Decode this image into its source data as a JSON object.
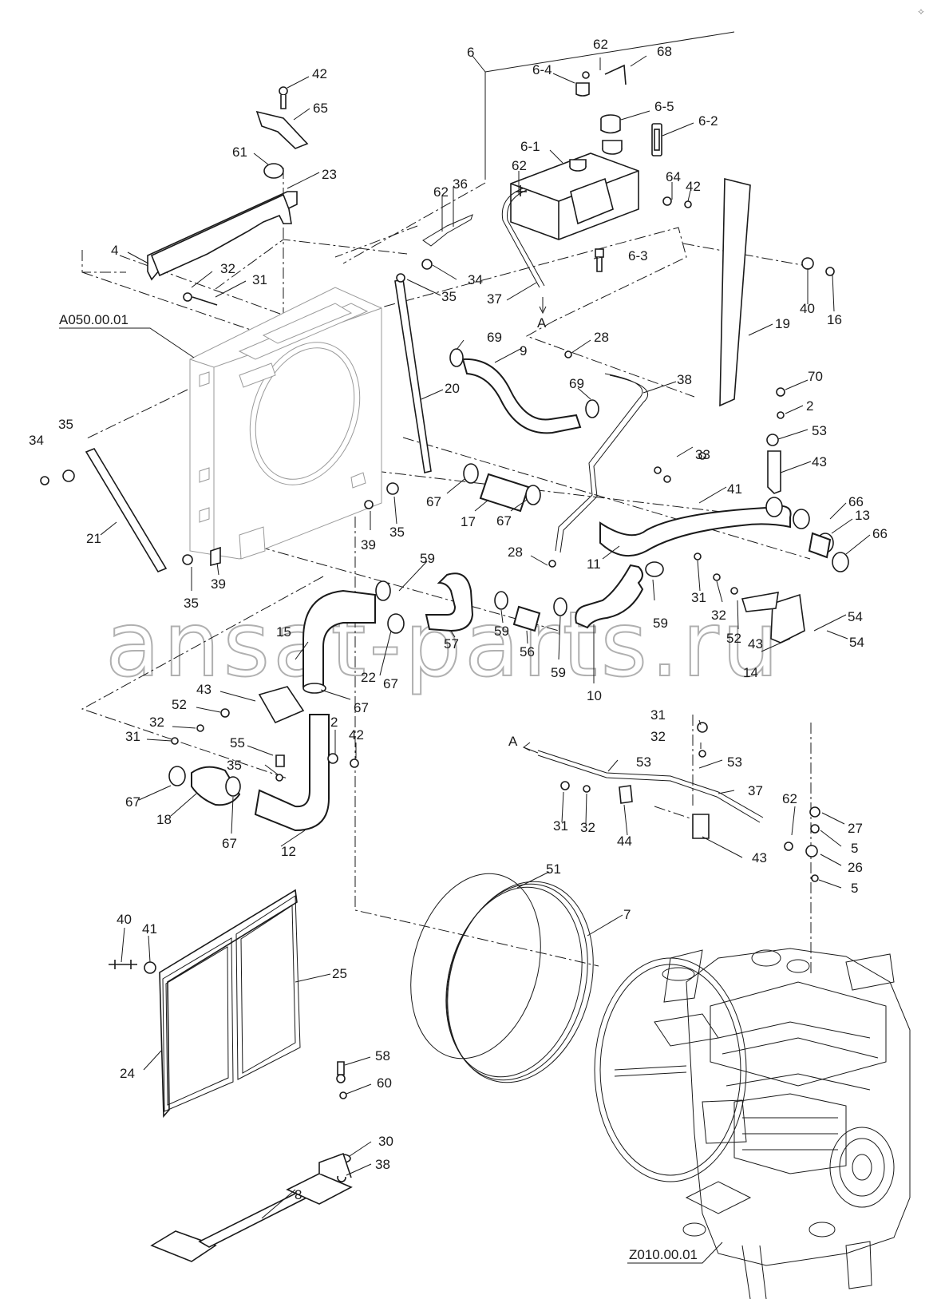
{
  "watermark": "ansat-parts.ru",
  "corner_mark": "⟡",
  "assembly_refs": {
    "radiator": "A050.00.01",
    "engine": "Z010.00.01"
  },
  "flow_marker": "A",
  "callouts": [
    {
      "id": "c6",
      "text": "6"
    },
    {
      "id": "c62a",
      "text": "62"
    },
    {
      "id": "c68",
      "text": "68"
    },
    {
      "id": "c6-4",
      "text": "6-4"
    },
    {
      "id": "c6-5",
      "text": "6-5"
    },
    {
      "id": "c6-2",
      "text": "6-2"
    },
    {
      "id": "c6-1",
      "text": "6-1"
    },
    {
      "id": "c62b",
      "text": "62"
    },
    {
      "id": "c64",
      "text": "64"
    },
    {
      "id": "c42a",
      "text": "42"
    },
    {
      "id": "c36",
      "text": "36"
    },
    {
      "id": "c62c",
      "text": "62"
    },
    {
      "id": "c6-3",
      "text": "6-3"
    },
    {
      "id": "c37a",
      "text": "37"
    },
    {
      "id": "c42b",
      "text": "42"
    },
    {
      "id": "c65",
      "text": "65"
    },
    {
      "id": "c61",
      "text": "61"
    },
    {
      "id": "c23",
      "text": "23"
    },
    {
      "id": "c4",
      "text": "4"
    },
    {
      "id": "c32a",
      "text": "32"
    },
    {
      "id": "c31a",
      "text": "31"
    },
    {
      "id": "c34a",
      "text": "34"
    },
    {
      "id": "c35a",
      "text": "35"
    },
    {
      "id": "c40a",
      "text": "40"
    },
    {
      "id": "c16",
      "text": "16"
    },
    {
      "id": "c19",
      "text": "19"
    },
    {
      "id": "c69a",
      "text": "69"
    },
    {
      "id": "c9",
      "text": "9"
    },
    {
      "id": "c28a",
      "text": "28"
    },
    {
      "id": "c38a",
      "text": "38"
    },
    {
      "id": "c69b",
      "text": "69"
    },
    {
      "id": "c70",
      "text": "70"
    },
    {
      "id": "c2a",
      "text": "2"
    },
    {
      "id": "c53a",
      "text": "53"
    },
    {
      "id": "c43a",
      "text": "43"
    },
    {
      "id": "c20",
      "text": "20"
    },
    {
      "id": "c34b",
      "text": "34"
    },
    {
      "id": "c35b",
      "text": "35"
    },
    {
      "id": "c33",
      "text": "33"
    },
    {
      "id": "c41a",
      "text": "41"
    },
    {
      "id": "c66a",
      "text": "66"
    },
    {
      "id": "c13",
      "text": "13"
    },
    {
      "id": "c66b",
      "text": "66"
    },
    {
      "id": "c67a",
      "text": "67"
    },
    {
      "id": "c17",
      "text": "17"
    },
    {
      "id": "c67b",
      "text": "67"
    },
    {
      "id": "c39a",
      "text": "39"
    },
    {
      "id": "c35c",
      "text": "35"
    },
    {
      "id": "c21",
      "text": "21"
    },
    {
      "id": "c35d",
      "text": "35"
    },
    {
      "id": "c39b",
      "text": "39"
    },
    {
      "id": "c28b",
      "text": "28"
    },
    {
      "id": "c11",
      "text": "11"
    },
    {
      "id": "c59a",
      "text": "59"
    },
    {
      "id": "c31b",
      "text": "31"
    },
    {
      "id": "c32b",
      "text": "32"
    },
    {
      "id": "c59b",
      "text": "59"
    },
    {
      "id": "c52a",
      "text": "52"
    },
    {
      "id": "c54a",
      "text": "54"
    },
    {
      "id": "c43b",
      "text": "43"
    },
    {
      "id": "c54b",
      "text": "54"
    },
    {
      "id": "c14",
      "text": "14"
    },
    {
      "id": "c57",
      "text": "57"
    },
    {
      "id": "c59c",
      "text": "59"
    },
    {
      "id": "c56",
      "text": "56"
    },
    {
      "id": "c59d",
      "text": "59"
    },
    {
      "id": "c10",
      "text": "10"
    },
    {
      "id": "c15",
      "text": "15"
    },
    {
      "id": "c22",
      "text": "22"
    },
    {
      "id": "c67c",
      "text": "67"
    },
    {
      "id": "c43c",
      "text": "43"
    },
    {
      "id": "c67d",
      "text": "67"
    },
    {
      "id": "c52b",
      "text": "52"
    },
    {
      "id": "c32c",
      "text": "32"
    },
    {
      "id": "c31c",
      "text": "31"
    },
    {
      "id": "c2b",
      "text": "2"
    },
    {
      "id": "c42c",
      "text": "42"
    },
    {
      "id": "c55",
      "text": "55"
    },
    {
      "id": "c35e",
      "text": "35"
    },
    {
      "id": "c67e",
      "text": "67"
    },
    {
      "id": "c18",
      "text": "18"
    },
    {
      "id": "c67f",
      "text": "67"
    },
    {
      "id": "c12",
      "text": "12"
    },
    {
      "id": "c31d",
      "text": "31"
    },
    {
      "id": "c32d",
      "text": "32"
    },
    {
      "id": "c53b",
      "text": "53"
    },
    {
      "id": "c53c",
      "text": "53"
    },
    {
      "id": "c37b",
      "text": "37"
    },
    {
      "id": "c31e",
      "text": "31"
    },
    {
      "id": "c32e",
      "text": "32"
    },
    {
      "id": "c44",
      "text": "44"
    },
    {
      "id": "c62d",
      "text": "62"
    },
    {
      "id": "c27",
      "text": "27"
    },
    {
      "id": "c5a",
      "text": "5"
    },
    {
      "id": "c43d",
      "text": "43"
    },
    {
      "id": "c26",
      "text": "26"
    },
    {
      "id": "c5b",
      "text": "5"
    },
    {
      "id": "c51",
      "text": "51"
    },
    {
      "id": "c7",
      "text": "7"
    },
    {
      "id": "c40b",
      "text": "40"
    },
    {
      "id": "c41b",
      "text": "41"
    },
    {
      "id": "c25",
      "text": "25"
    },
    {
      "id": "c24",
      "text": "24"
    },
    {
      "id": "c58",
      "text": "58"
    },
    {
      "id": "c60",
      "text": "60"
    },
    {
      "id": "c30",
      "text": "30"
    },
    {
      "id": "c38b",
      "text": "38"
    },
    {
      "id": "c8",
      "text": "8"
    }
  ]
}
